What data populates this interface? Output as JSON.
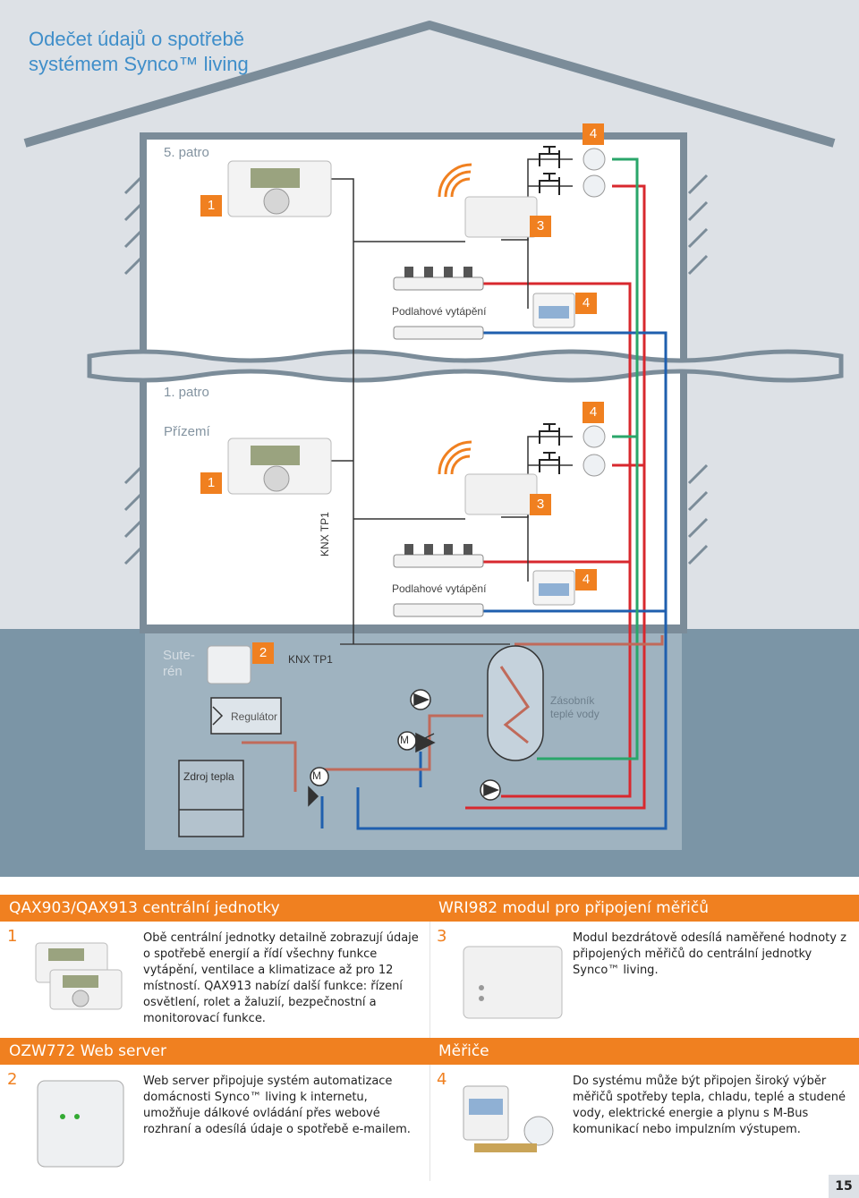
{
  "title": {
    "line1": "Odečet údajů o spotřebě",
    "line2": "systémem Synco™ living"
  },
  "floors": {
    "upper": "5. patro",
    "first": "1. patro",
    "ground": "Přízemí",
    "basement_1": "Sute-",
    "basement_2": "rén"
  },
  "labels": {
    "floor_heating": "Podlahové vytápění",
    "knx_tp1": "KNX TP1",
    "regulator": "Regulátor",
    "storage_1": "Zásobník",
    "storage_2": "teplé vody",
    "heat_source": "Zdroj tepla",
    "motor": "M"
  },
  "badges": {
    "one": "1",
    "two": "2",
    "three": "3",
    "four": "4"
  },
  "colors": {
    "accent": "#f08020",
    "title_blue": "#3f8ec9",
    "pipe_red": "#d8282e",
    "pipe_blue": "#1f5fae",
    "pipe_green": "#2aa66a",
    "basement": "#7b95a6"
  },
  "panels": [
    {
      "header": "QAX903/QAX913 centrální jednotky",
      "num": "1",
      "text": "Obě centrální jednotky detailně zobrazují údaje o spotřebě energií a řídí všechny funkce vytápění, ventilace a klimatizace až pro 12 místností. QAX913 nabízí další funkce: řízení osvětlení, rolet a žaluzií, bezpečnostní a monitorovací funkce."
    },
    {
      "header": "WRI982 modul pro připojení měřičů",
      "num": "3",
      "text": "Modul bezdrátově odesílá naměřené hodnoty z připojených měřičů do centrální jednotky Synco™ living."
    },
    {
      "header": "OZW772 Web server",
      "num": "2",
      "text": "Web server připojuje systém automatizace domácnosti Synco™ living k internetu, umožňuje dálkové ovládání přes webové rozhraní a odesílá údaje o spotřebě e-mailem."
    },
    {
      "header": "Měřiče",
      "num": "4",
      "text": "Do systému může být připojen široký výběr měřičů spotřeby tepla, chladu, teplé a studené vody, elektrické energie a plynu s M-Bus komuni­kací nebo impulzním výstupem."
    }
  ],
  "page_number": "15"
}
